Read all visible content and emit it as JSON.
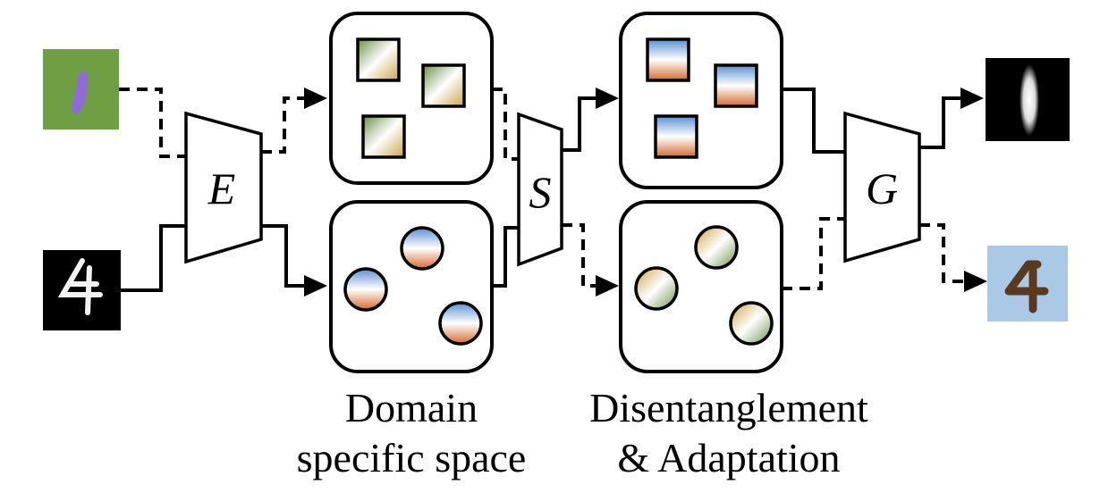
{
  "blocks": {
    "encoder": "E",
    "separator": "S",
    "generator": "G"
  },
  "captions": {
    "left_line1": "Domain",
    "left_line2": "specific space",
    "right_line1": "Disentanglement",
    "right_line2": "& Adaptation"
  },
  "colors": {
    "svhn_background": "#7aa84a",
    "svhn_digit": "#8f6bd9",
    "mnist_background": "#000000",
    "mnist_digit": "#ffffff",
    "output_svhn_background": "#a9c9e6",
    "output_svhn_digit": "#5a3a1f",
    "green_tan_gradient": [
      "#6b8f46",
      "#ffffff",
      "#c9a54a"
    ],
    "blue_orange_gradient": [
      "#5b8fd1",
      "#ffffff",
      "#d46a2c"
    ]
  },
  "icons": [
    "arrow-head-icon",
    "gradient-square-icon",
    "gradient-circle-icon",
    "digit-image-icon"
  ]
}
